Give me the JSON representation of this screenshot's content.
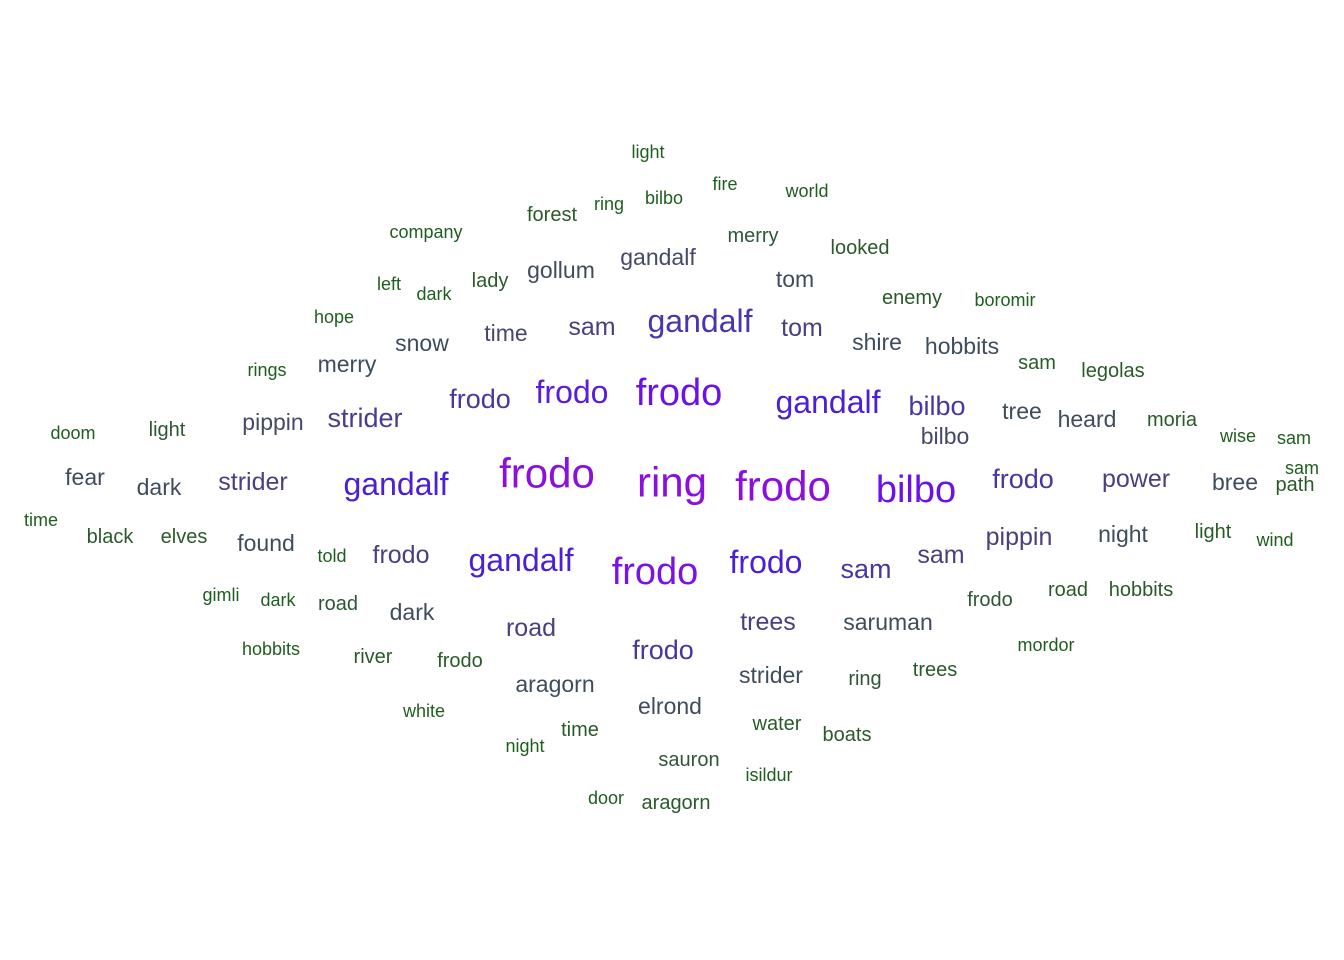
{
  "colors": {
    "background": "#ffffff"
  },
  "chart_data": {
    "type": "wordcloud",
    "legend": "none",
    "size_scale": "font size and color encode word frequency (purple = highest, dark green = lowest)",
    "words": [
      {
        "text": "ring",
        "tier": 1,
        "color": "#8b10e0"
      },
      {
        "text": "frodo",
        "tier": 1,
        "color": "#8b10e0"
      },
      {
        "text": "frodo",
        "tier": 1,
        "color": "#8b10e0"
      },
      {
        "text": "frodo",
        "tier": 2,
        "color": "#7a12e6"
      },
      {
        "text": "frodo",
        "tier": 2,
        "color": "#6a12e8"
      },
      {
        "text": "bilbo",
        "tier": 2,
        "color": "#6a12e8"
      },
      {
        "text": "gandalf",
        "tier": 3,
        "color": "#4a1fd6"
      },
      {
        "text": "gandalf",
        "tier": 3,
        "color": "#4a1fd6"
      },
      {
        "text": "gandalf",
        "tier": 3,
        "color": "#4a1fd6"
      },
      {
        "text": "frodo",
        "tier": 3,
        "color": "#4a1fd6"
      },
      {
        "text": "frodo",
        "tier": 3,
        "color": "#5a1de0"
      },
      {
        "text": "gandalf",
        "tier": 3,
        "color": "#4a35b0"
      },
      {
        "text": "frodo",
        "tier": 4,
        "color": "#46389e"
      },
      {
        "text": "frodo",
        "tier": 4,
        "color": "#46389e"
      },
      {
        "text": "frodo",
        "tier": 4,
        "color": "#46389e"
      },
      {
        "text": "bilbo",
        "tier": 4,
        "color": "#46389e"
      },
      {
        "text": "sam",
        "tier": 4,
        "color": "#46389e"
      },
      {
        "text": "strider",
        "tier": 4,
        "color": "#483e8a"
      },
      {
        "text": "sam",
        "tier": 5,
        "color": "#4a4080"
      },
      {
        "text": "tom",
        "tier": 5,
        "color": "#4a4080"
      },
      {
        "text": "strider",
        "tier": 5,
        "color": "#4a4080"
      },
      {
        "text": "trees",
        "tier": 5,
        "color": "#4a4080"
      },
      {
        "text": "road",
        "tier": 5,
        "color": "#4a4080"
      },
      {
        "text": "sam",
        "tier": 5,
        "color": "#4a4080"
      },
      {
        "text": "frodo",
        "tier": 5,
        "color": "#4a4080"
      },
      {
        "text": "power",
        "tier": 5,
        "color": "#4a4080"
      },
      {
        "text": "pippin",
        "tier": 5,
        "color": "#4a4080"
      },
      {
        "text": "time",
        "tier": 6,
        "color": "#46496a"
      },
      {
        "text": "gandalf",
        "tier": 6,
        "color": "#46496a"
      },
      {
        "text": "bilbo",
        "tier": 6,
        "color": "#46496a"
      },
      {
        "text": "aragorn",
        "tier": 6,
        "color": "#3e4c5c"
      },
      {
        "text": "elrond",
        "tier": 6,
        "color": "#3e4c5c"
      },
      {
        "text": "pippin",
        "tier": 6,
        "color": "#46496a"
      },
      {
        "text": "saruman",
        "tier": 6,
        "color": "#3e4c5c"
      },
      {
        "text": "strider",
        "tier": 6,
        "color": "#3e4c5c"
      },
      {
        "text": "tree",
        "tier": 6,
        "color": "#3e4c5c"
      },
      {
        "text": "heard",
        "tier": 6,
        "color": "#3e4c5c"
      },
      {
        "text": "shire",
        "tier": 6,
        "color": "#3e4c5c"
      },
      {
        "text": "tom",
        "tier": 6,
        "color": "#3e4c5c"
      },
      {
        "text": "night",
        "tier": 6,
        "color": "#3e4c5c"
      },
      {
        "text": "gollum",
        "tier": 6,
        "color": "#3e4c5c"
      },
      {
        "text": "snow",
        "tier": 6,
        "color": "#3e4c5c"
      },
      {
        "text": "merry",
        "tier": 6,
        "color": "#3e4c5c"
      },
      {
        "text": "hobbits",
        "tier": 6,
        "color": "#3e4c5c"
      },
      {
        "text": "found",
        "tier": 6,
        "color": "#3e4c5c"
      },
      {
        "text": "dark",
        "tier": 6,
        "color": "#3e4c5c"
      },
      {
        "text": "dark",
        "tier": 6,
        "color": "#3e4c5c"
      },
      {
        "text": "fear",
        "tier": 6,
        "color": "#3e4c5c"
      },
      {
        "text": "bree",
        "tier": 6,
        "color": "#3e4c5c"
      },
      {
        "text": "sauron",
        "tier": 7,
        "color": "#2f5636"
      },
      {
        "text": "frodo",
        "tier": 7,
        "color": "#2f5636"
      },
      {
        "text": "merry",
        "tier": 7,
        "color": "#2f5636"
      },
      {
        "text": "road",
        "tier": 7,
        "color": "#2f5636"
      },
      {
        "text": "light",
        "tier": 7,
        "color": "#2f5636"
      },
      {
        "text": "ring",
        "tier": 7,
        "color": "#2f5636"
      },
      {
        "text": "water",
        "tier": 7,
        "color": "#2a5a2a"
      },
      {
        "text": "time",
        "tier": 7,
        "color": "#2a5a2a"
      },
      {
        "text": "looked",
        "tier": 7,
        "color": "#2a5a2a"
      },
      {
        "text": "enemy",
        "tier": 7,
        "color": "#2a5a2a"
      },
      {
        "text": "forest",
        "tier": 7,
        "color": "#2a5a2a"
      },
      {
        "text": "lady",
        "tier": 7,
        "color": "#2a5a2a"
      },
      {
        "text": "frodo",
        "tier": 7,
        "color": "#2a5a2a"
      },
      {
        "text": "river",
        "tier": 7,
        "color": "#2a5a2a"
      },
      {
        "text": "elves",
        "tier": 7,
        "color": "#2a5a2a"
      },
      {
        "text": "black",
        "tier": 7,
        "color": "#2a5a2a"
      },
      {
        "text": "aragorn",
        "tier": 7,
        "color": "#2a5a2a"
      },
      {
        "text": "boats",
        "tier": 7,
        "color": "#2a5a2a"
      },
      {
        "text": "legolas",
        "tier": 7,
        "color": "#2a5a2a"
      },
      {
        "text": "moria",
        "tier": 7,
        "color": "#2a5a2a"
      },
      {
        "text": "hobbits",
        "tier": 7,
        "color": "#2a5a2a"
      },
      {
        "text": "path",
        "tier": 7,
        "color": "#2a5a2a"
      },
      {
        "text": "light",
        "tier": 7,
        "color": "#2a5a2a"
      },
      {
        "text": "sam",
        "tier": 7,
        "color": "#2a5a2a"
      },
      {
        "text": "road",
        "tier": 7,
        "color": "#2a5a2a"
      },
      {
        "text": "trees",
        "tier": 7,
        "color": "#2a5a2a"
      },
      {
        "text": "white",
        "tier": 8,
        "color": "#1e5e1e"
      },
      {
        "text": "night",
        "tier": 8,
        "color": "#1e5e1e"
      },
      {
        "text": "door",
        "tier": 8,
        "color": "#1e5e1e"
      },
      {
        "text": "isildur",
        "tier": 8,
        "color": "#1e5e1e"
      },
      {
        "text": "mordor",
        "tier": 8,
        "color": "#1e5e1e"
      },
      {
        "text": "hobbits",
        "tier": 8,
        "color": "#1e5e1e"
      },
      {
        "text": "gimli",
        "tier": 8,
        "color": "#1e5e1e"
      },
      {
        "text": "dark",
        "tier": 8,
        "color": "#1e5e1e"
      },
      {
        "text": "told",
        "tier": 8,
        "color": "#1e5e1e"
      },
      {
        "text": "time",
        "tier": 8,
        "color": "#1e5e1e"
      },
      {
        "text": "doom",
        "tier": 8,
        "color": "#1e5e1e"
      },
      {
        "text": "rings",
        "tier": 8,
        "color": "#1e5e1e"
      },
      {
        "text": "hope",
        "tier": 8,
        "color": "#1e5e1e"
      },
      {
        "text": "left",
        "tier": 8,
        "color": "#1e5e1e"
      },
      {
        "text": "dark",
        "tier": 8,
        "color": "#1e5e1e"
      },
      {
        "text": "company",
        "tier": 8,
        "color": "#1e5e1e"
      },
      {
        "text": "ring",
        "tier": 8,
        "color": "#1e5e1e"
      },
      {
        "text": "bilbo",
        "tier": 8,
        "color": "#1e5e1e"
      },
      {
        "text": "light",
        "tier": 8,
        "color": "#1e5e1e"
      },
      {
        "text": "fire",
        "tier": 8,
        "color": "#1e5e1e"
      },
      {
        "text": "world",
        "tier": 8,
        "color": "#1e5e1e"
      },
      {
        "text": "boromir",
        "tier": 8,
        "color": "#1e5e1e"
      },
      {
        "text": "sam",
        "tier": 8,
        "color": "#1e5e1e"
      },
      {
        "text": "wise",
        "tier": 8,
        "color": "#1e5e1e"
      },
      {
        "text": "sam",
        "tier": 8,
        "color": "#1e5e1e"
      },
      {
        "text": "wind",
        "tier": 8,
        "color": "#1e5e1e"
      }
    ]
  }
}
